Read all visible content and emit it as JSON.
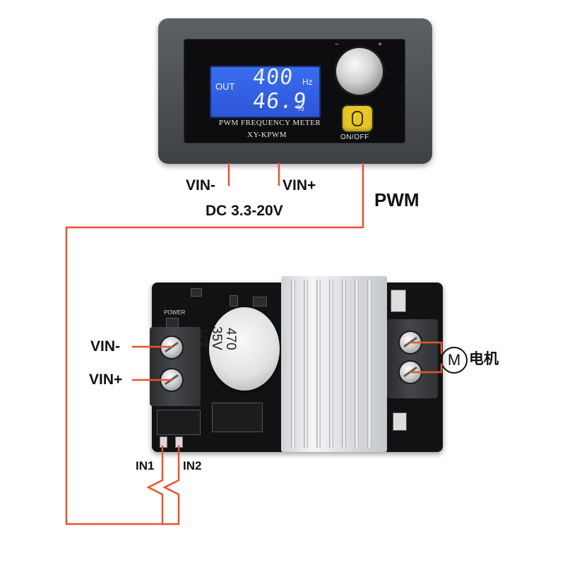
{
  "meter": {
    "lcd": {
      "out_label": "OUT",
      "frequency": "400",
      "frequency_unit": "Hz",
      "duty": "46.9",
      "duty_unit": "%"
    },
    "name_text": "PWM FREQUENCY METER",
    "model_text": "XY-KPWM",
    "knob_minus": "−",
    "knob_plus": "+",
    "power_button_label": "ON/OFF"
  },
  "meter_wiring": {
    "vin_minus": "VIN-",
    "vin_plus": "VIN+",
    "supply": "DC 3.3-20V",
    "pwm": "PWM"
  },
  "board": {
    "silk_power": "POWER",
    "capacitor": {
      "value": "470",
      "voltage": "35V",
      "brand": "VT"
    },
    "vin_minus": "VIN-",
    "vin_plus": "VIN+",
    "in1": "IN1",
    "in2": "IN2",
    "motor_symbol": "M",
    "motor_label": "电机"
  },
  "colors": {
    "wire": "#e8532e",
    "lcd_backlight": "#3a6cf0",
    "power_button": "#e6c726",
    "case": "#4a4e52"
  }
}
